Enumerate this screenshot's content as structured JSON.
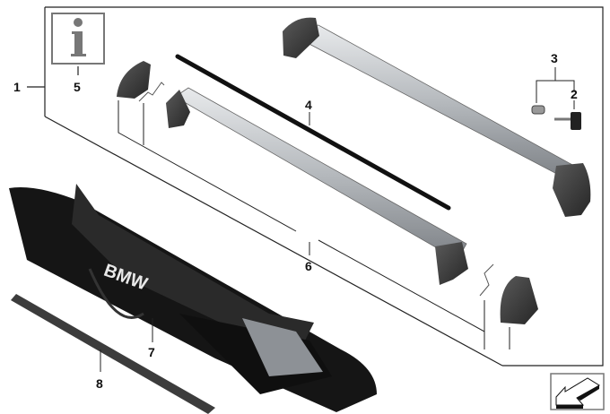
{
  "diagram": {
    "callouts": {
      "c1": "1",
      "c2": "2",
      "c3": "3",
      "c4": "4",
      "c5": "5",
      "c6": "6",
      "c7": "7",
      "c8": "8"
    },
    "bag_logo": "BMW",
    "icons": [
      "info-icon",
      "arrow-direction-icon"
    ],
    "colors": {
      "line": "#111111",
      "bar": "#b8bcc0",
      "plastic": "#3a3a3a",
      "info_gray": "#7a7a7a"
    }
  }
}
